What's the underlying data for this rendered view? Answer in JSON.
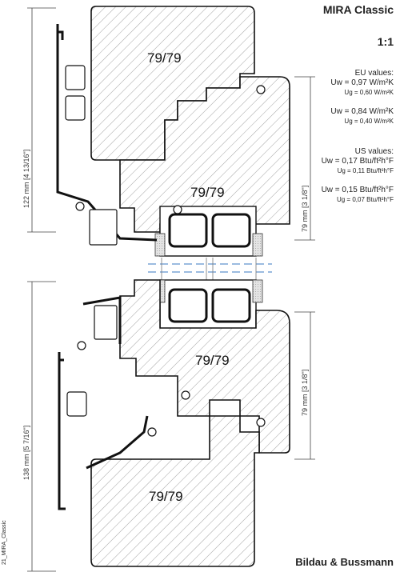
{
  "header": {
    "title": "MIRA Classic",
    "scale": "1:1"
  },
  "eu_values": {
    "heading": "EU values:",
    "uw1": "Uw = 0,97 W/m²K",
    "ug1": "Ug = 0,60 W/m²K",
    "uw2": "Uw = 0,84 W/m²K",
    "ug2": "Ug = 0,40 W/m²K"
  },
  "us_values": {
    "heading": "US values:",
    "uw1": "Uw = 0,17 Btu/ft²h°F",
    "ug1": "Ug = 0,11 Btu/ft²h°F",
    "uw2": "Uw = 0,15 Btu/ft²h°F",
    "ug2": "Ug = 0,07 Btu/ft²h°F"
  },
  "section_labels": {
    "upper_frame": "79/79",
    "upper_sash": "79/79",
    "lower_sash": "79/79",
    "lower_frame": "79/79"
  },
  "dimensions": {
    "upper_height": "122 mm  [4 13/16\"]",
    "upper_depth": "79 mm  [3 1/8\"]",
    "lower_height": "138 mm  [5 7/16\"]",
    "lower_depth": "79 mm  [3 1/8\"]"
  },
  "footer": {
    "brand": "Bildau & Bussmann",
    "file_id": "21_MIRA_Classic"
  }
}
